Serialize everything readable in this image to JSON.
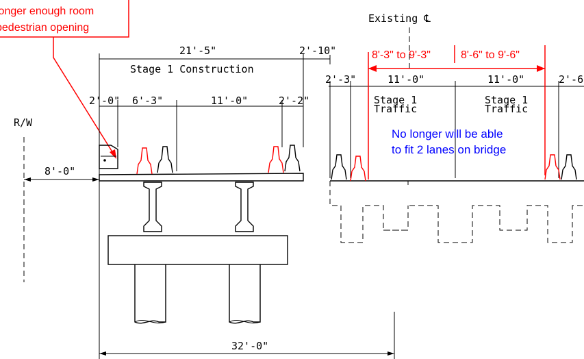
{
  "callout": {
    "line1": "longer enough room",
    "line2": "pedestrian opening"
  },
  "labels": {
    "existing_cl": "Existing ℄",
    "stage1_construction": "Stage 1 Construction",
    "rw": "R/W",
    "stage1_left": "Stage 1",
    "traffic_left": "Traffic",
    "stage1_right": "Stage 1",
    "traffic_right": "Traffic"
  },
  "dimensions": {
    "overall_stage1": "21'-5\"",
    "right_overhang": "2'-10\"",
    "sidewalk": "2'-0\"",
    "walkway": "6'-3\"",
    "lane": "11'-0\"",
    "barrier_offset": "2'-2\"",
    "rw_offset": "8'-0\"",
    "total_width": "32'-0\"",
    "existing_left_edge": "2'-3\"",
    "existing_lane_left": "11'-0\"",
    "existing_lane_right": "11'-0\"",
    "existing_right_edge": "2'-6"
  },
  "red_dims": {
    "left_range": "8'-3\" to 9'-3\"",
    "right_range": "8'-6\" to 9'-6\""
  },
  "blue_note": {
    "line1": "No longer will be able",
    "line2": "to fit 2 lanes on bridge"
  },
  "colors": {
    "drawing": "#000000",
    "markup_red": "#ff0000",
    "note_blue": "#0000ff"
  }
}
